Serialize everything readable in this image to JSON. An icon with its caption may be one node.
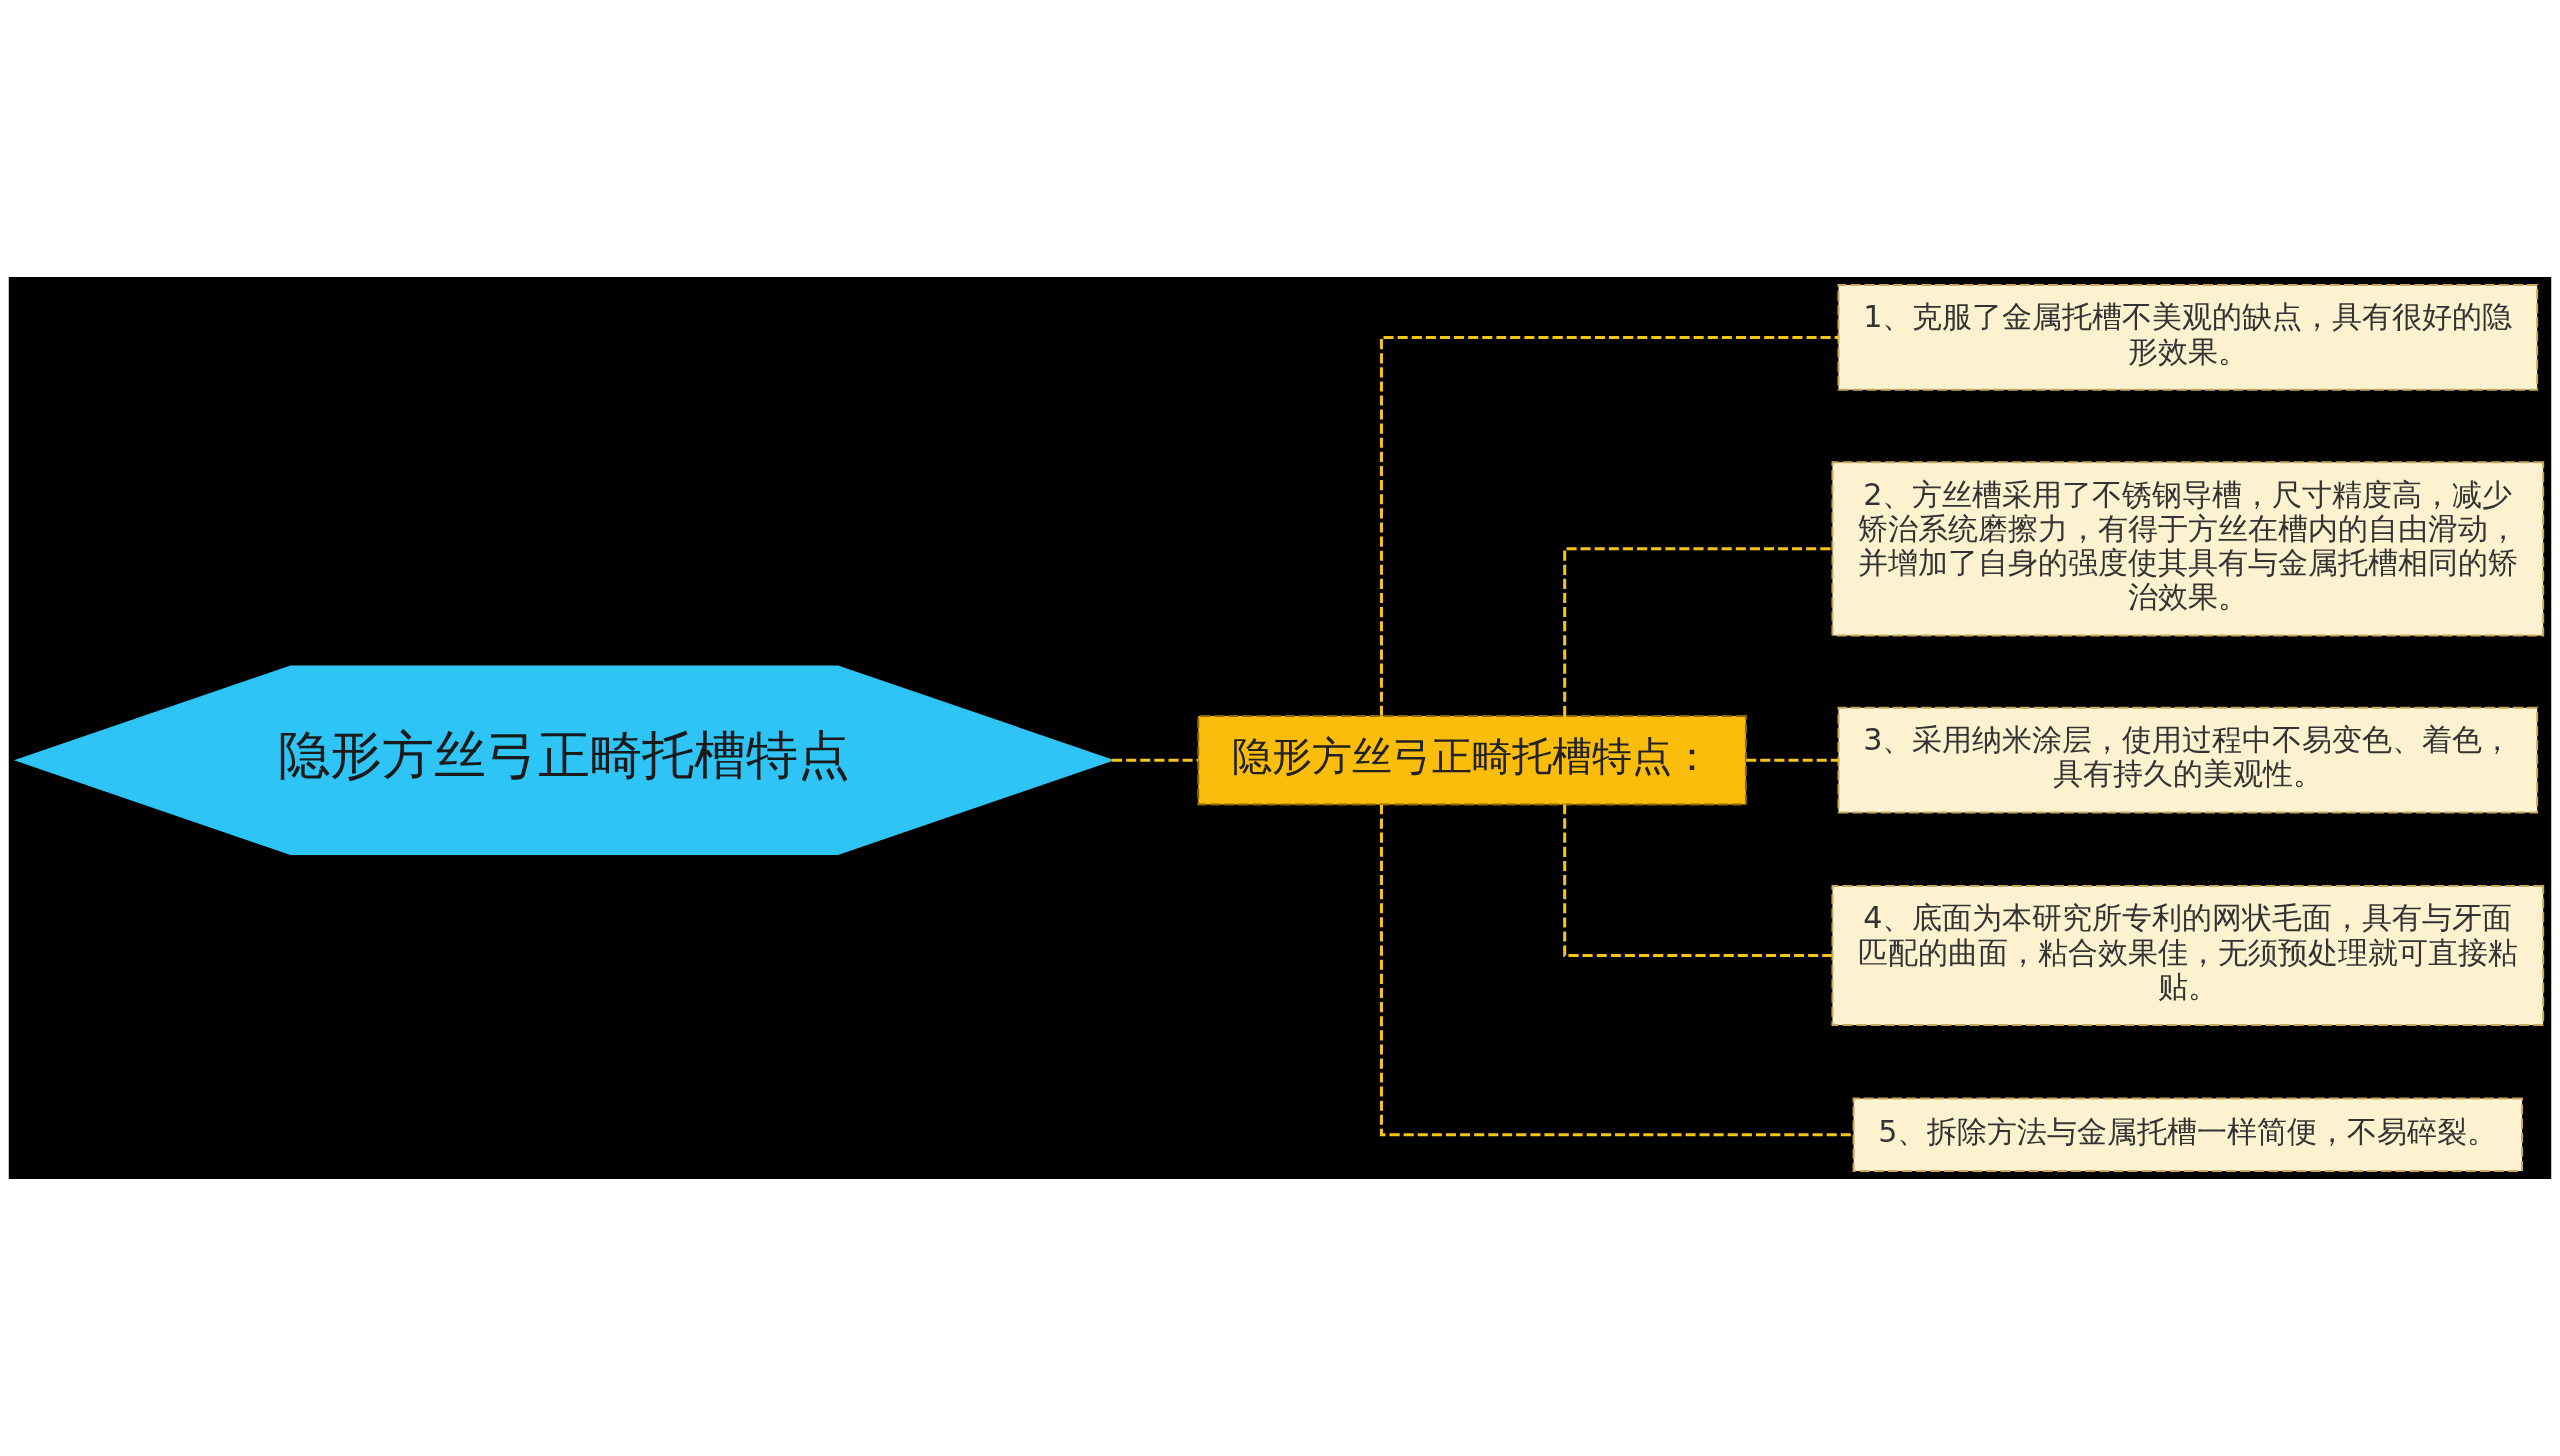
{
  "diagram": {
    "nodes": [
      {
        "text": [
          "隐形方丝弓正畸托槽特点"
        ]
      },
      {
        "text": [
          "隐形方丝弓正畸托槽特点："
        ]
      },
      {
        "text": [
          "1、克服了金属托槽不美观的缺点，具有很好的隐形效果。"
        ]
      },
      {
        "text": [
          "2、方丝槽采用了不锈钢导槽，尺寸精度高，减少矫治系统磨擦力，有得于方丝在槽内的自由滑动，并增加了自身的强度使其具有与金属托槽相同的矫治效果。"
        ]
      },
      {
        "text": [
          "3、采用纳米涂层，使用过程中不易变色、着色，具有持久的美观性。"
        ]
      },
      {
        "text": [
          "4、底面为本研究所专利的网状毛面，具有与牙面匹配的曲面，粘合效果佳，无须预处理就可直接粘贴。"
        ]
      },
      {
        "text": [
          "5、拆除方法与金属托槽一样简便，不易碎裂。"
        ]
      }
    ],
    "edges": [
      {
        "from": 0,
        "to": 1,
        "arrow": "none"
      },
      {
        "from": 1,
        "to": 2,
        "arrow": "none"
      },
      {
        "from": 1,
        "to": 3,
        "arrow": "none"
      },
      {
        "from": 1,
        "to": 4,
        "arrow": "none"
      },
      {
        "from": 1,
        "to": 5,
        "arrow": "none"
      },
      {
        "from": 1,
        "to": 6,
        "arrow": "none"
      }
    ]
  }
}
